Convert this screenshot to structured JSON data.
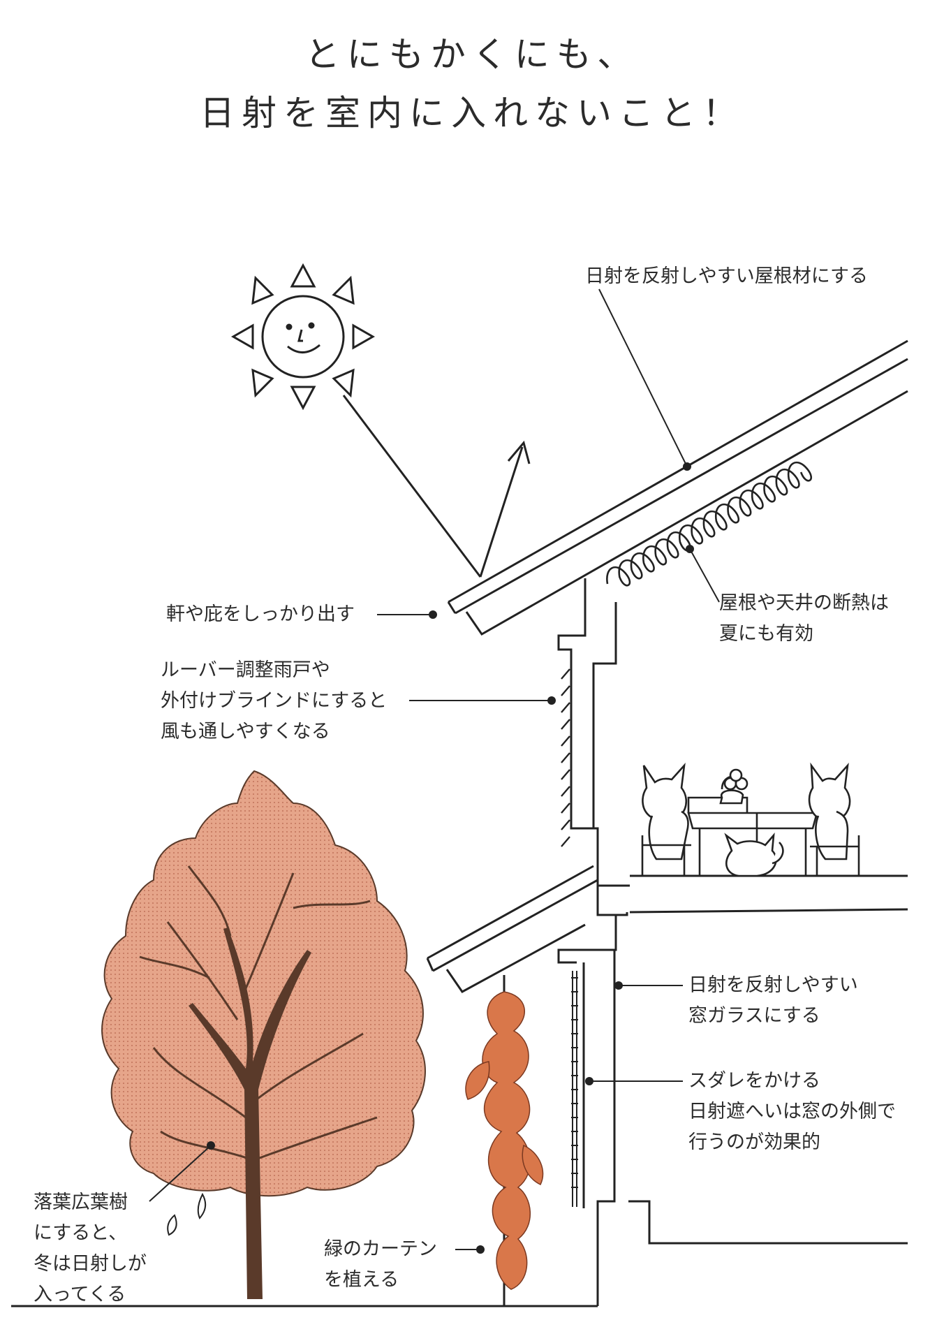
{
  "title": {
    "line1": "とにもかくにも、",
    "line2": "日射を室内に入れないこと！"
  },
  "labels": {
    "roof_material": "日射を反射しやすい屋根材にする",
    "insulation": [
      "屋根や天井の断熱は",
      "夏にも有効"
    ],
    "eaves": "軒や庇をしっかり出す",
    "louver": [
      "ルーバー調整雨戸や",
      "外付けブラインドにすると",
      "風も通しやすくなる"
    ],
    "glass": [
      "日射を反射しやすい",
      "窓ガラスにする"
    ],
    "sudare": [
      "スダレをかける",
      "日射遮へいは窓の外側で",
      "行うのが効果的"
    ],
    "tree": [
      "落葉広葉樹",
      "にすると、",
      "冬は日射しが",
      "入ってくる"
    ],
    "green_curtain": [
      "緑のカーテン",
      "を植える"
    ]
  },
  "colors": {
    "line": "#222222",
    "foliage": "#e6a58a",
    "vine": "#d9774a",
    "trunk": "#5a3a2a"
  }
}
